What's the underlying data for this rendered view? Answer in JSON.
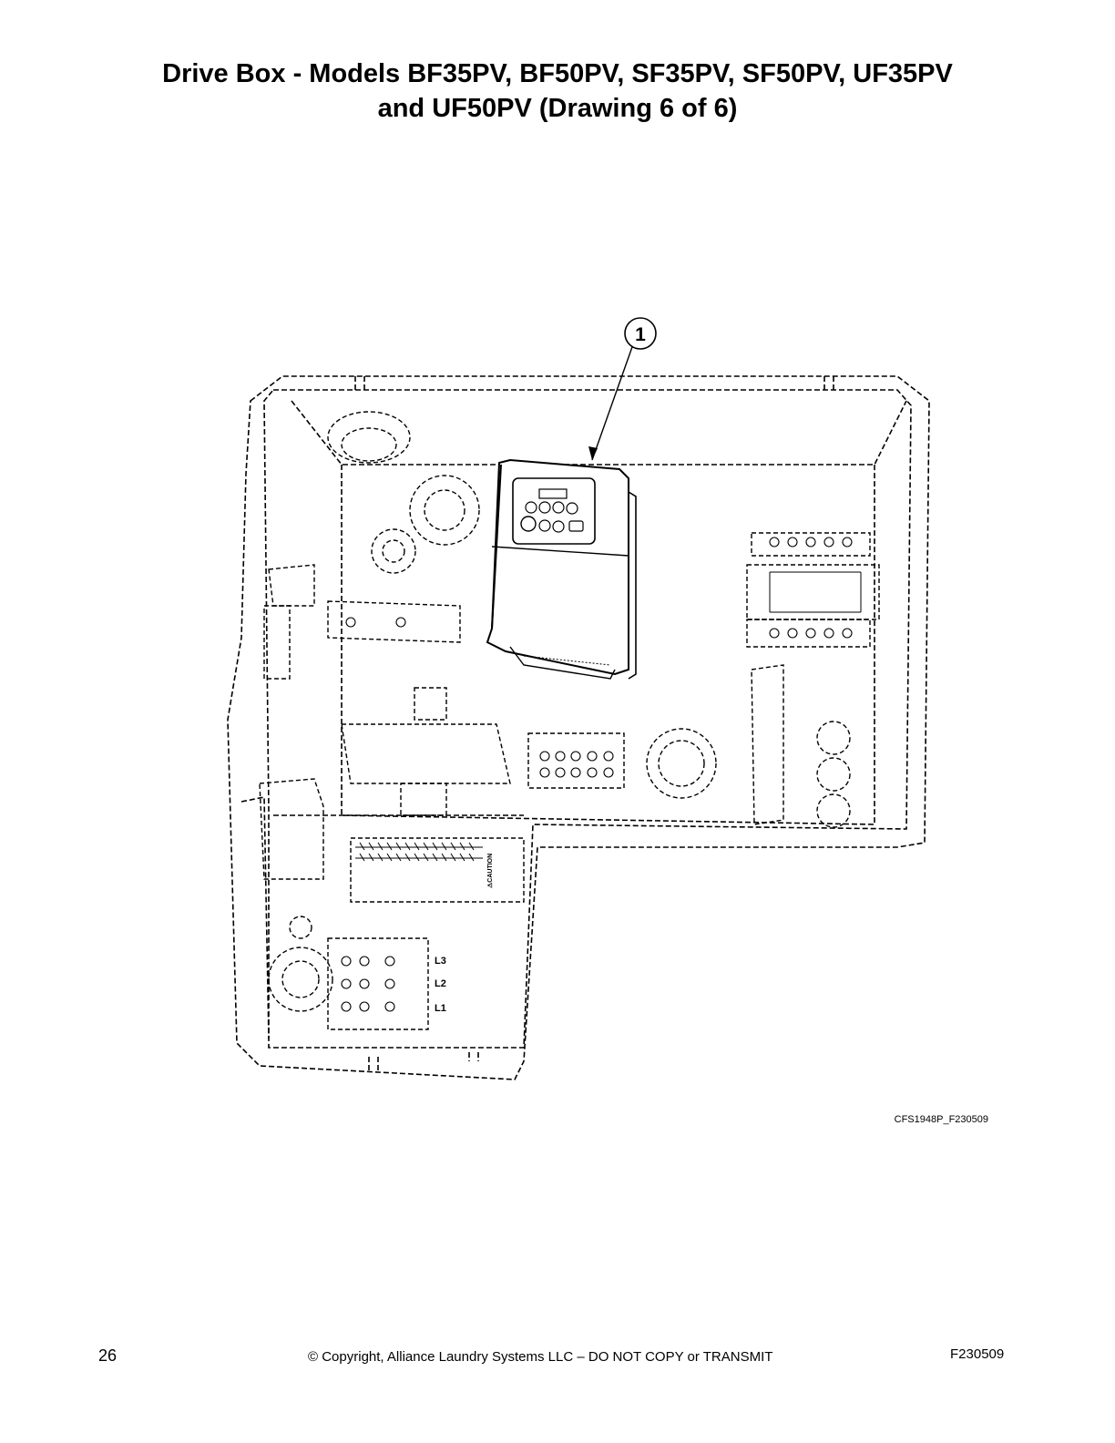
{
  "header": {
    "title_line1": "Drive Box - Models BF35PV, BF50PV, SF35PV, SF50PV, UF35PV",
    "title_line2": "and UF50PV (Drawing 6 of 6)"
  },
  "drawing": {
    "callout": "1",
    "terminal_labels": [
      "L3",
      "L2",
      "L1"
    ],
    "caution_label": "⚠CAUTION",
    "reference": "CFS1948P_F230509"
  },
  "footer": {
    "page_number": "26",
    "copyright": "© Copyright, Alliance Laundry Systems LLC – DO NOT COPY or TRANSMIT",
    "form_number": "F230509"
  }
}
